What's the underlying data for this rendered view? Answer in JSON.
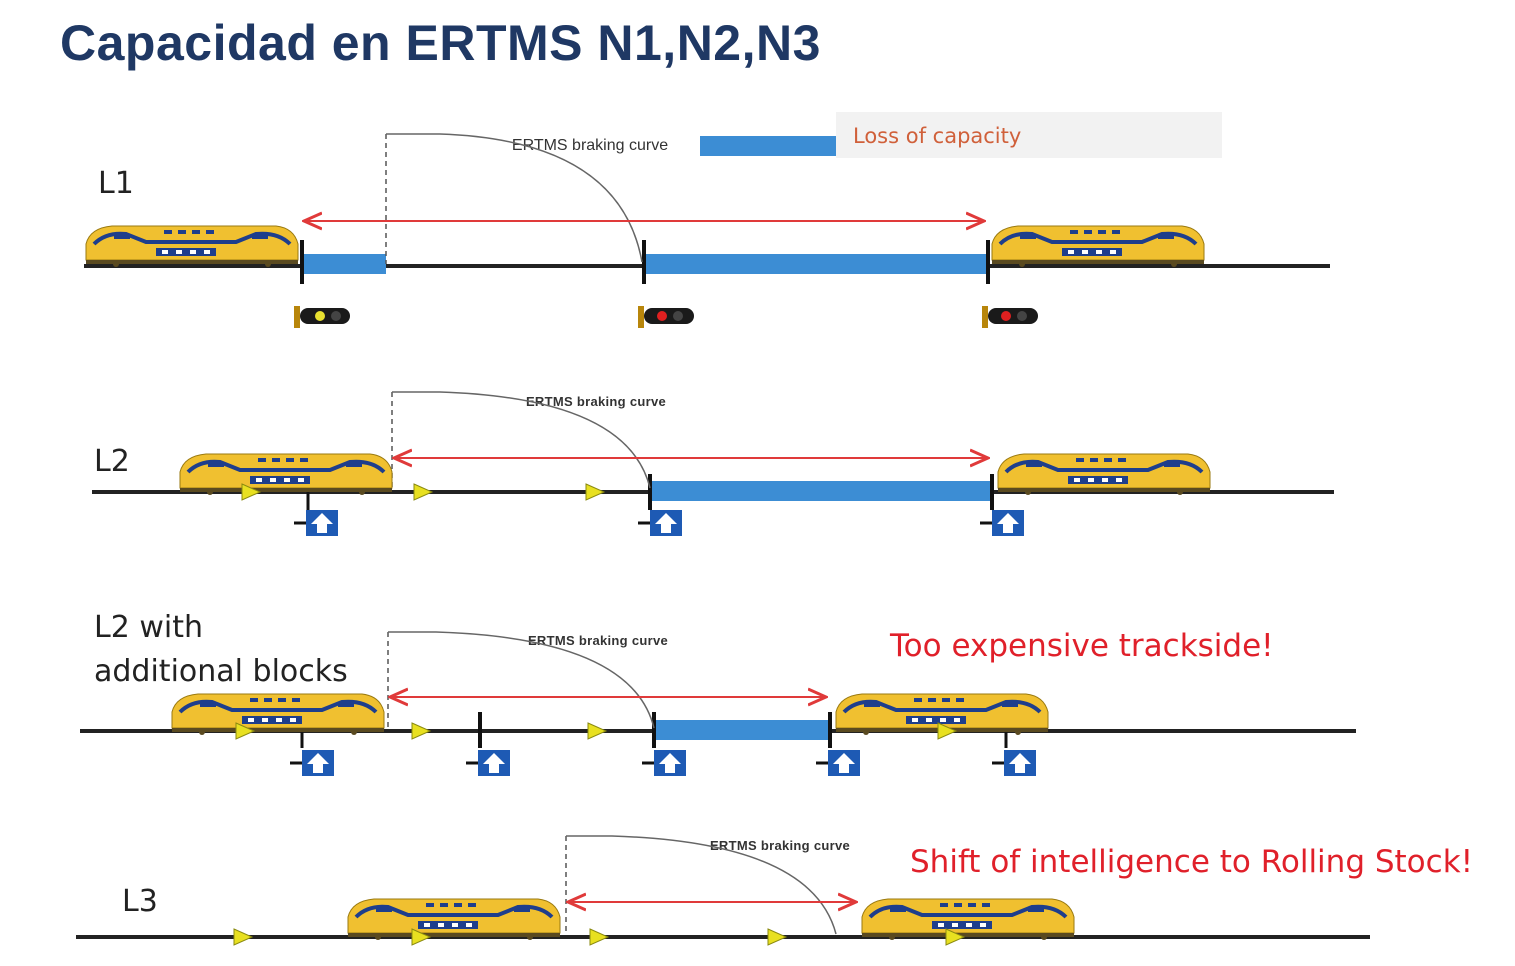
{
  "title": "Capacidad en ERTMS N1,N2,N3",
  "legend": {
    "label": "Loss of capacity",
    "swatch_color": "#3c8dd4"
  },
  "braking_curve_label": "ERTMS braking curve",
  "levels": [
    {
      "label": "L1"
    },
    {
      "label": "L2"
    },
    {
      "label": "L2 with\nadditional blocks",
      "note": "Too expensive trackside!"
    },
    {
      "label": "L3",
      "note": "Shift of intelligence to Rolling Stock!"
    }
  ],
  "colors": {
    "title": "#1f3864",
    "note": "#e0202a",
    "arrow": "#e03a3a",
    "capacity_loss": "#3c8dd4",
    "train_body": "#f0c030",
    "train_stripe": "#1e3e8c",
    "balise": "#e8e020"
  },
  "icons": [
    "train-icon",
    "signal-light-icon",
    "balise-marker-icon",
    "rbc-arrow-sign-icon"
  ]
}
